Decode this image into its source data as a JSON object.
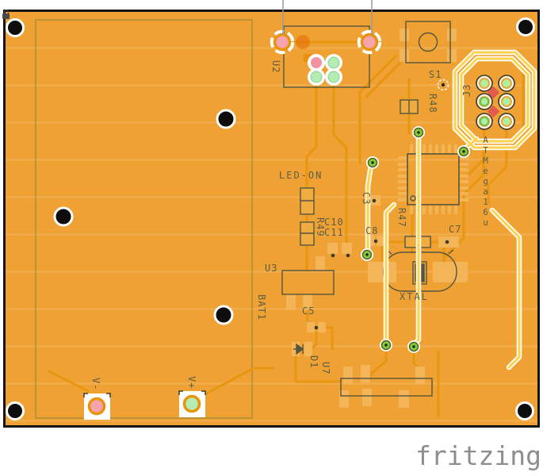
{
  "watermark": {
    "text": "fritzing"
  },
  "board": {
    "labels": {
      "u2": "U2",
      "s1": "S1",
      "r48": "R48",
      "j3": "J3",
      "mcu": "ATMega16u",
      "led_on": "LED-ON",
      "r49": "R49",
      "c10": "C10",
      "c11": "C11",
      "c3": "C3",
      "c8": "C8",
      "r47": "R47",
      "c7": "C7",
      "xtal": "XTAL",
      "u3": "U3",
      "bat1": "BAT1",
      "c5": "C5",
      "d1": "D1",
      "u7": "U7",
      "v_minus": "V-",
      "v_plus": "V+"
    },
    "colors": {
      "board": "#EFA233",
      "bottom_trace": "#E8960F",
      "top_trace": "#FFD24D",
      "silkscreen": "#55553D",
      "pad_pink": "#F5A3AD",
      "pad_green": "#B5ECB5",
      "via_green": "#8BC63F",
      "hole_black": "#0D0D0D",
      "watermark": "#8D8D8D"
    }
  }
}
